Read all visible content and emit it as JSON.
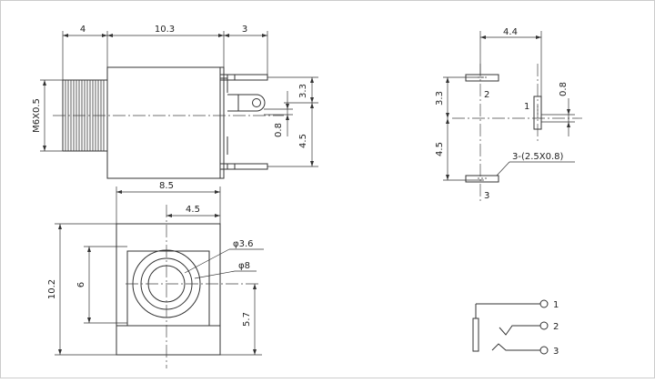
{
  "colors": {
    "line": "#333333",
    "text": "#222222",
    "background": "#ffffff"
  },
  "side_view": {
    "dims": {
      "left_width": "4",
      "body_width": "10.3",
      "pin_width": "3",
      "thread": "M6X0.5",
      "upper_pin": "3.3",
      "pin_thickness": "0.8",
      "lower_pin": "4.5"
    }
  },
  "front_view": {
    "dims": {
      "width": "8.5",
      "half_width": "4.5",
      "bore_diameter": "φ3.6",
      "outer_diameter": "φ8",
      "height": "10.2",
      "bore_height": "6",
      "center_height": "5.7"
    }
  },
  "pin_view": {
    "dims": {
      "pin_spacing": "4.4",
      "pin_thickness": "0.8",
      "upper": "3.3",
      "lower": "4.5",
      "slot": "3-(2.5X0.8)"
    },
    "labels": {
      "pin1": "1",
      "pin2": "2",
      "pin3": "3"
    }
  },
  "schematic": {
    "labels": {
      "t1": "1",
      "t2": "2",
      "t3": "3"
    }
  }
}
